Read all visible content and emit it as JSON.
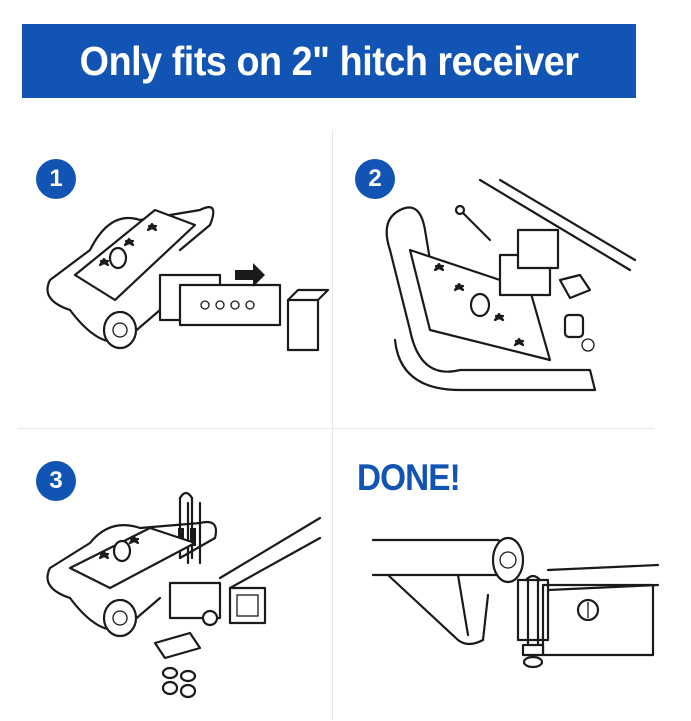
{
  "banner": {
    "title": "Only fits on 2\" hitch receiver",
    "color": "#1254b3"
  },
  "steps": [
    {
      "number": "1"
    },
    {
      "number": "2"
    },
    {
      "number": "3"
    }
  ],
  "done_label": "DONE!"
}
